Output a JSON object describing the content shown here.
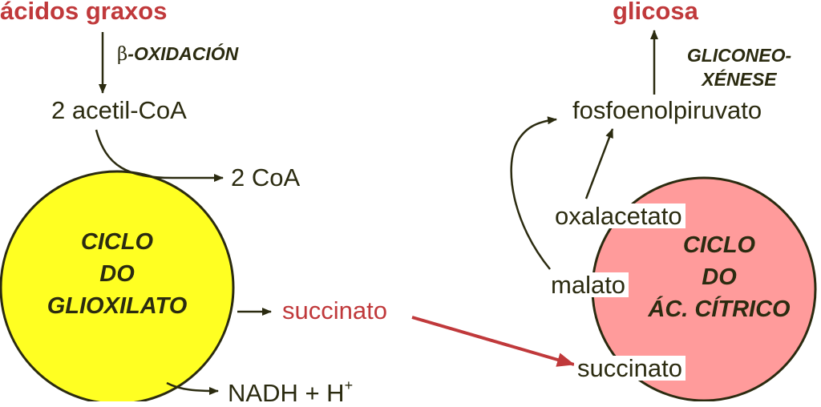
{
  "colors": {
    "text": "#2b2b10",
    "highlight_red": "#c0393b",
    "glyoxylate_circle": "#ffff22",
    "citric_circle": "#ff9b9b",
    "outline": "#2b2b10"
  },
  "labels": {
    "fatty_acids": "ácidos graxos",
    "beta_oxidation_symbol": "β",
    "beta_oxidation": "-OXIDACIÓN",
    "acetyl_coa": "2 acetil-CoA",
    "coa": "2 CoA",
    "glucose": "glicosa",
    "gluconeogenesis_line1": "GLICONEO-",
    "gluconeogenesis_line2": "XÉNESE",
    "pep": "fosfoenolpiruvato",
    "oxaloacetate": "oxalacetato",
    "malate": "malato",
    "succinate_out": "succinato",
    "succinate_in": "succinato",
    "nadh": "NADH + H",
    "nadh_sup": "+"
  },
  "glyoxylate_cycle": {
    "line1": "CICLO",
    "line2": "DO",
    "line3": "GLIOXILATO"
  },
  "citric_cycle": {
    "line1": "CICLO",
    "line2": "DO",
    "line3": "ÁC. CÍTRICO"
  }
}
